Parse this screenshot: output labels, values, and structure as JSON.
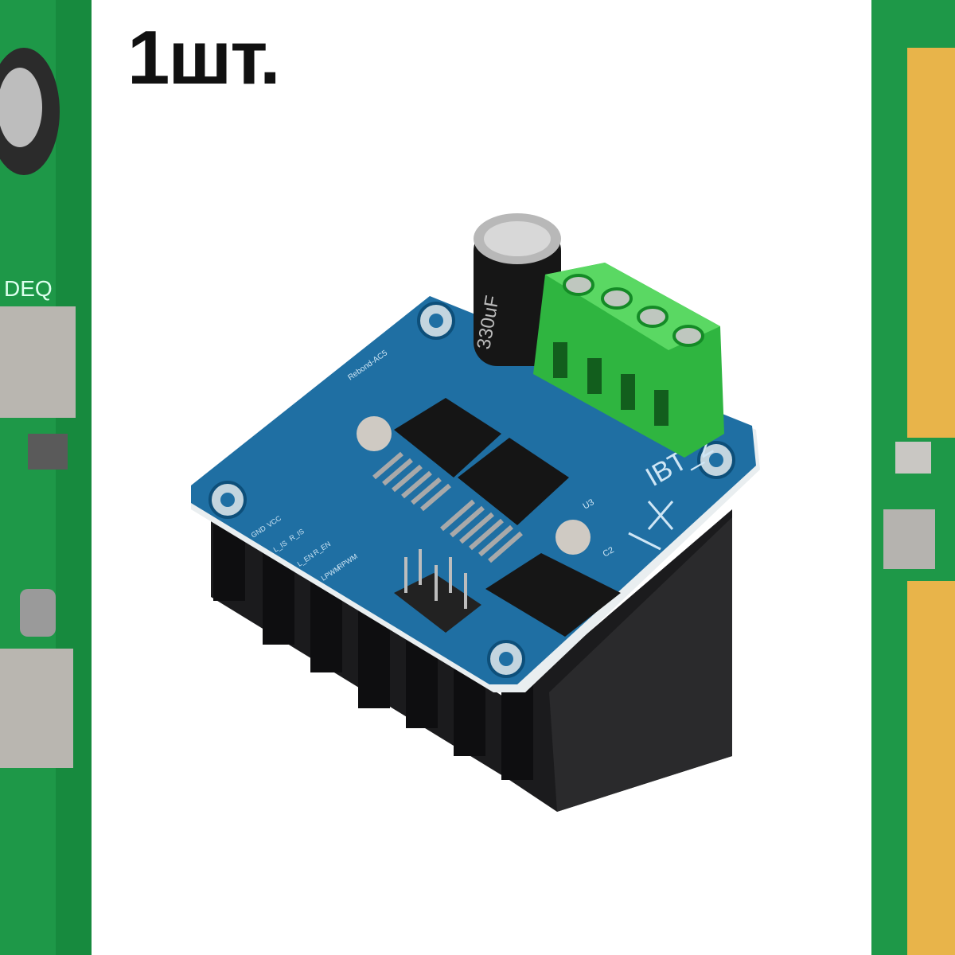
{
  "title": "1шт.",
  "board": {
    "model_label": "IBT_2",
    "chip_label": "U3",
    "cap_label": "C2",
    "maker_label": "Rebond-AC5",
    "capacitor_label": "330uF",
    "pins": [
      "VCC",
      "GND",
      "R_IS",
      "L_IS",
      "R_EN",
      "L_EN",
      "RPWM",
      "LPWM"
    ]
  },
  "colors": {
    "pcb_blue": "#1f6fa3",
    "terminal_green": "#33c24a",
    "side_pcb_green": "#1f9a4a",
    "heatsink": "#1b1b1d"
  }
}
